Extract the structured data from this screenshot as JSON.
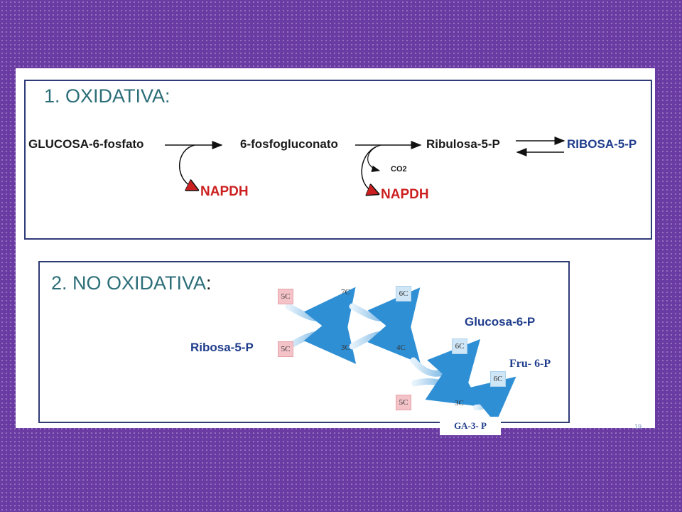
{
  "oxidative": {
    "heading": "1.   OXIDATIVA:",
    "glucosa6fosfato": "GLUCOSA-6-fosfato",
    "fosfogluconato": "6-fosfogluconato",
    "ribulosa": "Ribulosa-5-P",
    "ribosa": "RIBOSA-5-P",
    "napdh1": "NAPDH",
    "napdh2": "NAPDH",
    "co2": "CO2"
  },
  "non_oxidative": {
    "heading_main": "2. NO OXIDATIVA",
    "heading_colon": ":",
    "ribosa5p": "Ribosa-5-P",
    "glucosa6p": "Glucosa-6-P",
    "fru6p": "Fru- 6-P",
    "ga3p": "GA-3- P",
    "boxes": {
      "b5c_top": "5C",
      "b5c_bottom": "5C",
      "b6c_top": "6C",
      "b6c_mid": "6C",
      "b5c_low": "5C",
      "b6c_low": "6C"
    },
    "carbons": {
      "c7": "7C",
      "c3a": "3C",
      "c4": "4C",
      "c3b": "3C"
    }
  },
  "page_number": "19",
  "colors": {
    "background": "#6a3ba3",
    "panel_border": "#2f3b78",
    "heading": "#2c6e78",
    "product_blue": "#1f3d8c",
    "napdh_red": "#cc1f1f",
    "arrow_blue": "#3a9ad9"
  }
}
